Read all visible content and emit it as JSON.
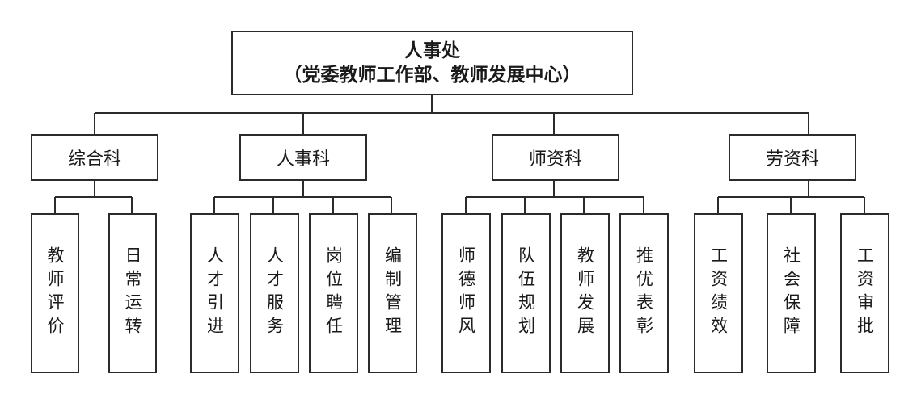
{
  "root": {
    "line1": "人事处",
    "line2": "（党委教师工作部、教师发展中心）"
  },
  "departments": [
    {
      "label": "综合科",
      "children": [
        "教师评价",
        "日常运转"
      ]
    },
    {
      "label": "人事科",
      "children": [
        "人才引进",
        "人才服务",
        "岗位聘任",
        "编制管理"
      ]
    },
    {
      "label": "师资科",
      "children": [
        "师德师风",
        "队伍规划",
        "教师发展",
        "推优表彰"
      ]
    },
    {
      "label": "劳资科",
      "children": [
        "工资绩效",
        "社会保障",
        "工资审批"
      ]
    }
  ]
}
